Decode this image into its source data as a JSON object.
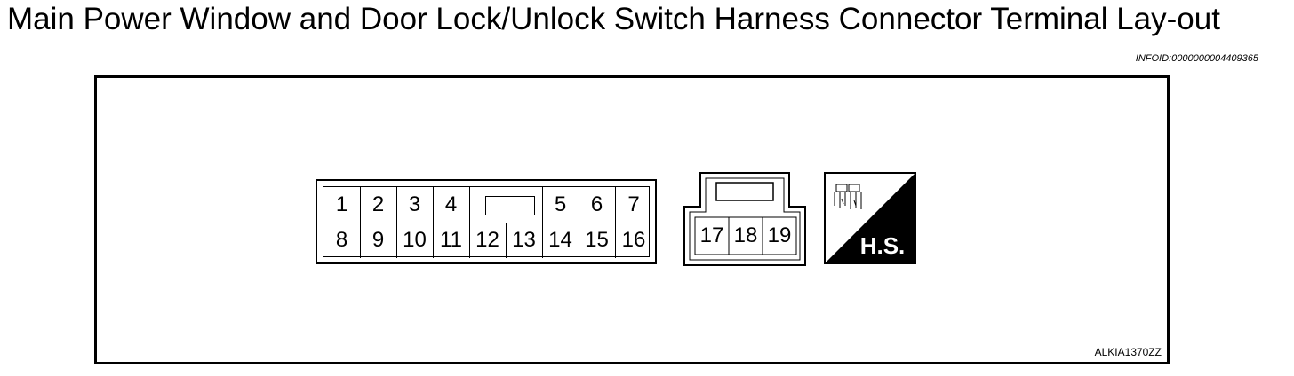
{
  "title": "Main Power Window and Door Lock/Unlock Switch Harness Connector Terminal Lay-out",
  "info_id": "INFOID:0000000004409365",
  "figure_code": "ALKIA1370ZZ",
  "connector_a": {
    "top_row": [
      "1",
      "2",
      "3",
      "4",
      "5",
      "6",
      "7"
    ],
    "bottom_row": [
      "8",
      "9",
      "10",
      "11",
      "12",
      "13",
      "14",
      "15",
      "16"
    ]
  },
  "connector_b": {
    "row": [
      "17",
      "18",
      "19"
    ]
  },
  "hs_badge": "H.S."
}
